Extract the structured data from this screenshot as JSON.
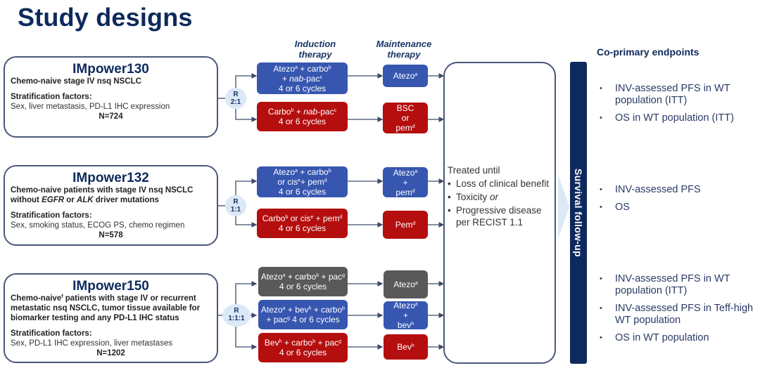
{
  "title": "Study designs",
  "column_headers": {
    "induction": "Induction therapy",
    "maintenance": "Maintenance therapy"
  },
  "studies": [
    {
      "name": "IMpower130",
      "population": "Chemo-naive stage IV nsq NSCLC",
      "stratification_heading": "Stratification factors:",
      "stratification": "Sex, liver metastasis, PD-L1 IHC expression",
      "n": "N=724",
      "randomization": [
        "R",
        "2:1"
      ],
      "arms": [
        {
          "color": "blue",
          "induction": "Atezo^a + carbo^b + nab-pac^c 4 or 6 cycles",
          "maintenance": "Atezo^a"
        },
        {
          "color": "red",
          "induction": "Carbo^b + nab-pac^c 4 or 6 cycles",
          "maintenance": "BSC or pem^d"
        }
      ],
      "endpoints": [
        "INV-assessed PFS in WT population (ITT)",
        "OS in WT population (ITT)"
      ]
    },
    {
      "name": "IMpower132",
      "population": "Chemo-naive patients with stage IV nsq NSCLC without EGFR or ALK driver mutations",
      "stratification_heading": "Stratification factors:",
      "stratification": "Sex, smoking status, ECOG PS, chemo regimen",
      "n": "N=578",
      "randomization": [
        "R",
        "1:1"
      ],
      "arms": [
        {
          "color": "blue",
          "induction": "Atezo^a + carbo^b or cis^e + pem^d 4 or 6 cycles",
          "maintenance": "Atezo^a + pem^d"
        },
        {
          "color": "red",
          "induction": "Carbo^b or cis^e + pem^d 4 or 6 cycles",
          "maintenance": "Pem^d"
        }
      ],
      "endpoints": [
        "INV-assessed PFS",
        "OS"
      ]
    },
    {
      "name": "IMpower150",
      "population": "Chemo-naive^f patients with stage IV or recurrent metastatic nsq NSCLC, tumor tissue available for biomarker testing and any PD-L1 IHC status",
      "stratification_heading": "Stratification factors:",
      "stratification": "Sex, PD-L1 IHC expression, liver metastases",
      "n": "N=1202",
      "randomization": [
        "R",
        "1:1:1"
      ],
      "arms": [
        {
          "color": "grey",
          "induction": "Atezo^a + carbo^b + pac^g 4 or 6 cycles",
          "maintenance": "Atezo^a"
        },
        {
          "color": "blue",
          "induction": "Atezo^a + bev^h + carbo^b + pac^g 4 or 6 cycles",
          "maintenance": "Atezo^a + bev^h"
        },
        {
          "color": "red",
          "induction": "Bev^h + carbo^b + pac^g 4 or 6 cycles",
          "maintenance": "Bev^h"
        }
      ],
      "endpoints": [
        "INV-assessed PFS in WT population (ITT)",
        "INV-assessed PFS in Teff-high WT population",
        "OS in WT population"
      ]
    }
  ],
  "treated_until": {
    "heading": "Treated until",
    "items": [
      "Loss of clinical benefit",
      "Toxicity or",
      "Progressive disease per RECIST 1.1"
    ]
  },
  "survival_label": "Survival follow-up",
  "endpoints_heading": "Co-primary endpoints",
  "colors": {
    "navy": "#0e2a5c",
    "arm_blue": "#3656b0",
    "arm_red": "#b50e0e",
    "arm_grey": "#595959",
    "rand_fill": "#dbe8f7"
  },
  "fragments": {
    "atezo": "Atezo",
    "carbo": "carbo",
    "Carbo": "Carbo",
    "nabpac": "nab",
    "pac": "-pac",
    "plus": "+",
    "cycles": "4 or 6 cycles",
    "or": "or",
    "cis": "cis",
    "pem": "pem",
    "Pem": "Pem",
    "bsc": "BSC",
    "bev": "bev",
    "Bev": "Bev",
    "pacg": "pac",
    "sa": "a",
    "sb": "b",
    "sc": "c",
    "sd": "d",
    "se": "e",
    "sf": "f",
    "sg": "g",
    "sh": "h",
    "egfr": "EGFR",
    "alk": "ALK",
    "pop132_a": "Chemo-naive patients with stage IV nsq NSCLC",
    "pop132_b": "without ",
    "pop132_c": " or ",
    "pop132_d": " driver mutations",
    "pop150_a": "Chemo-naive",
    "pop150_b": " patients with stage IV or recurrent metastatic nsq NSCLC, tumor tissue available for biomarker testing and any PD-L1 IHC status",
    "tox": "Toxicity ",
    "tox_or": "or",
    "pac4": " 4 or 6 cycles"
  }
}
